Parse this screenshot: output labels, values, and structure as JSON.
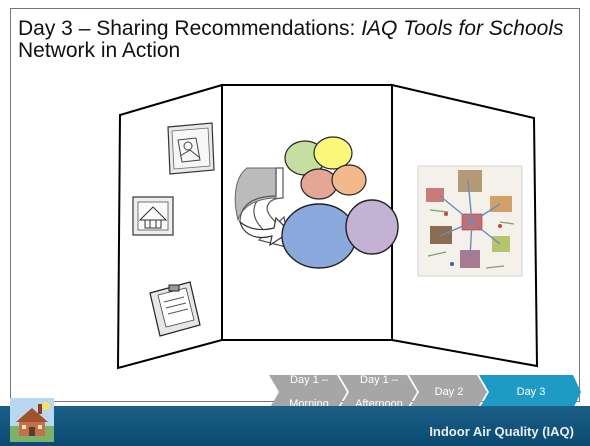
{
  "slide": {
    "title_prefix": "Day 3 – Sharing Recommendations: ",
    "title_italic": "IAQ Tools for Schools",
    "title_suffix": " Network in Action"
  },
  "progress": {
    "steps": [
      {
        "line1": "Day 1 –",
        "line2": "Morning",
        "active": false
      },
      {
        "line1": "Day 1 –",
        "line2": "Afternoon",
        "active": false
      },
      {
        "line1": "Day 2",
        "line2": "",
        "active": false
      },
      {
        "line1": "Day 3",
        "line2": "",
        "active": true
      }
    ],
    "inactive_color": "#a6a6a6",
    "active_color": "#1e9bc4"
  },
  "footer": {
    "label": "Indoor Air Quality (IAQ)",
    "color": "#0b4a70"
  },
  "icons": {
    "left_panel": [
      "collage-icon",
      "building-icon",
      "clipboard-icon"
    ],
    "right_panel": "mind-map-image",
    "logo": "school-building-logo"
  },
  "bubbles": {
    "colors": [
      "#c6dea0",
      "#fbf77a",
      "#e4a796",
      "#f4b98a",
      "#8aa9dc",
      "#c3b2d3"
    ]
  }
}
